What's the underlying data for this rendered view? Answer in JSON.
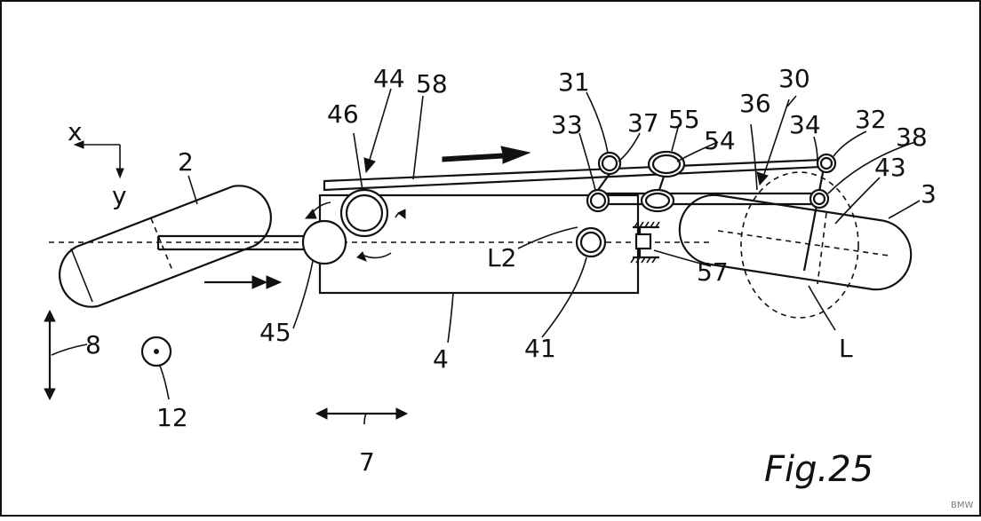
{
  "figure": {
    "caption": "Fig.25",
    "watermark": "BMW",
    "axis_x_label": "x",
    "axis_y_label": "y"
  },
  "labels": {
    "l2": "2",
    "l3": "3",
    "l4": "4",
    "l7": "7",
    "l8": "8",
    "l12": "12",
    "l30": "30",
    "l31": "31",
    "l32": "32",
    "l33": "33",
    "l34": "34",
    "l36": "36",
    "l37": "37",
    "l38": "38",
    "l41": "41",
    "l43": "43",
    "l44": "44",
    "l45": "45",
    "l46": "46",
    "l54": "54",
    "l55": "55",
    "l57": "57",
    "l58": "58",
    "lL": "L",
    "lL2": "L2"
  }
}
